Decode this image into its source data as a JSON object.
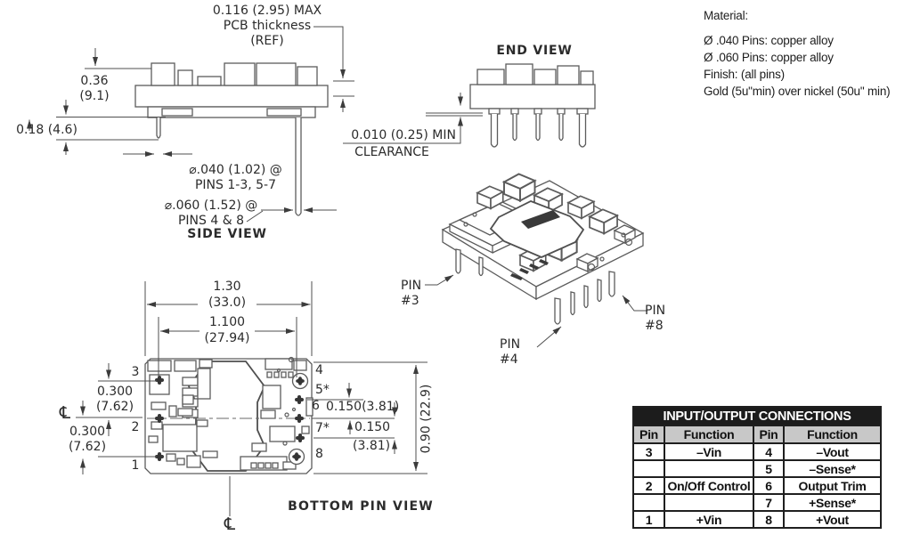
{
  "colors": {
    "background": "#ffffff",
    "line": "#5c5c5c",
    "dim_line": "#4f4f4f",
    "text": "#2e2e2e",
    "table_border": "#1f1f1f",
    "table_header_bg": "#1c1c1c",
    "table_header_text": "#ffffff",
    "table_subheader_bg": "#c8c8c8"
  },
  "side_view": {
    "pcb_note_line1": "0.116 (2.95) MAX",
    "pcb_note_line2": "PCB thickness",
    "pcb_note_line3": "(REF)",
    "dim_height_in": "0.36",
    "dim_height_mm": "(9.1)",
    "dim_pin_len": "0.18 (4.6)",
    "dia_small_line1": "⌀.040 (1.02) @",
    "dia_small_line2": "PINS 1-3, 5-7",
    "dia_large_line1": "⌀.060 (1.52) @",
    "dia_large_line2": "PINS 4 & 8",
    "title": "SIDE VIEW"
  },
  "end_view": {
    "title": "END VIEW",
    "clearance_line1": "0.010 (0.25) MIN",
    "clearance_line2": "CLEARANCE"
  },
  "material": {
    "heading": "Material:",
    "lines": [
      "Ø .040 Pins: copper alloy",
      "Ø .060 Pins: copper alloy",
      "Finish: (all pins)",
      "Gold (5u\"min) over nickel (50u\" min)"
    ]
  },
  "iso_view": {
    "labels": [
      {
        "l1": "PIN",
        "l2": "#3"
      },
      {
        "l1": "PIN",
        "l2": "#4"
      },
      {
        "l1": "PIN",
        "l2": "#8"
      }
    ]
  },
  "bottom_view": {
    "title": "BOTTOM PIN VIEW",
    "dim_width_in": "1.30",
    "dim_width_mm": "(33.0)",
    "dim_span_in": "1.100",
    "dim_span_mm": "(27.94)",
    "dim_left_upper_in": "0.300",
    "dim_left_upper_mm": "(7.62)",
    "dim_left_lower_in": "0.300",
    "dim_left_lower_mm": "(7.62)",
    "dim_right_upper": "0.150(3.81)",
    "dim_right_lower_in": "0.150",
    "dim_right_lower_mm": "(3.81)",
    "dim_height": "0.90 (22.9)",
    "centerline_symbol": "℄",
    "pins_left": [
      "3",
      "2",
      "1"
    ],
    "pins_right": [
      "4",
      "5*",
      "6",
      "7*",
      "8"
    ]
  },
  "table": {
    "title": "INPUT/OUTPUT CONNECTIONS",
    "headers": [
      "Pin",
      "Function",
      "Pin",
      "Function"
    ],
    "rows": [
      [
        "3",
        "–Vin",
        "4",
        "–Vout"
      ],
      [
        "",
        "",
        "5",
        "–Sense*"
      ],
      [
        "2",
        "On/Off Control",
        "6",
        "Output Trim"
      ],
      [
        "",
        "",
        "7",
        "+Sense*"
      ],
      [
        "1",
        "+Vin",
        "8",
        "+Vout"
      ]
    ]
  }
}
